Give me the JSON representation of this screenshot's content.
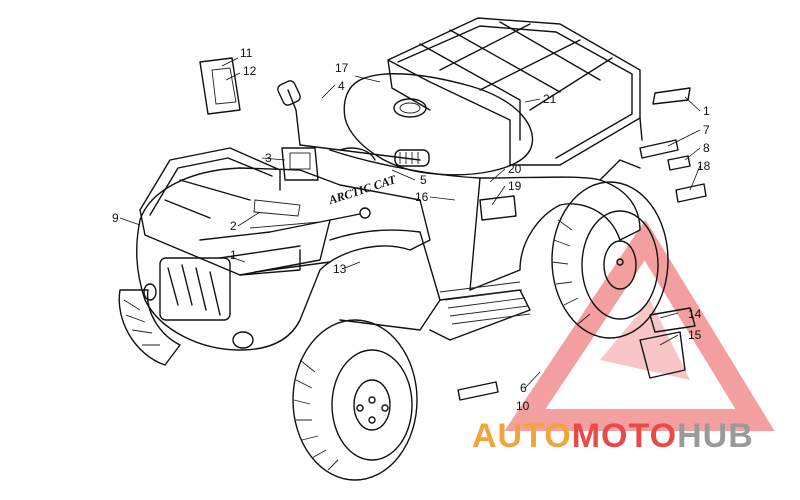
{
  "callouts": [
    "11",
    "12",
    "4",
    "17",
    "1",
    "7",
    "8",
    "18",
    "21",
    "3",
    "5",
    "20",
    "19",
    "16",
    "9",
    "2",
    "1",
    "13",
    "6",
    "10",
    "14",
    "15"
  ],
  "body_text": "ARCTIC CAT",
  "watermark": {
    "auto": "AUTO",
    "moto": "MOTO",
    "hub": "HUB",
    "color_orange": "#f2a43a",
    "color_red": "#e84a48",
    "color_gray": "#9a9a9a"
  }
}
